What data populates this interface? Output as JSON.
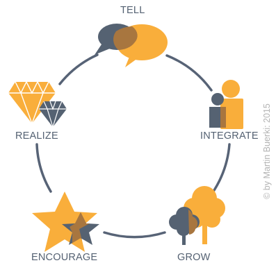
{
  "stages": [
    {
      "label": "TELL",
      "icon": "speech-bubbles-icon"
    },
    {
      "label": "INTEGRATE",
      "icon": "people-icon"
    },
    {
      "label": "GROW",
      "icon": "trees-icon"
    },
    {
      "label": "ENCOURAGE",
      "icon": "stars-icon"
    },
    {
      "label": "REALIZE",
      "icon": "diamonds-icon"
    }
  ],
  "copyright": "© by Martin Buerki: 2015",
  "colors": {
    "orange": "#f9ae3b",
    "slate": "#556272",
    "overlap": "#a8763f",
    "ring": "#576376",
    "label": "#546172"
  }
}
